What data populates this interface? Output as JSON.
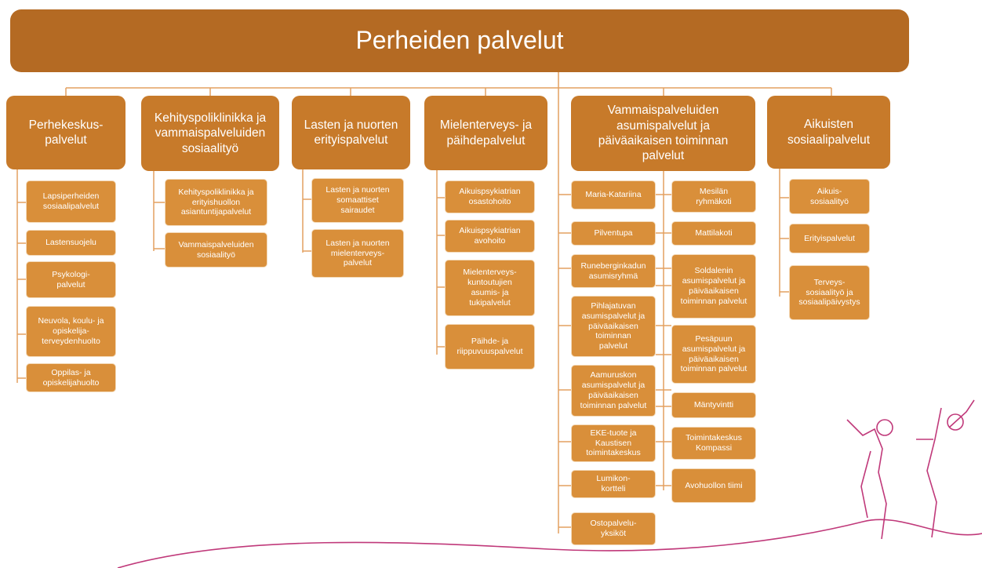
{
  "title": "Perheiden palvelut",
  "colors": {
    "title_bg": "#b46a23",
    "category_bg": "#c77a2a",
    "item_bg": "#d98f3a",
    "connector": "#e3a060",
    "decoration": "#c0397a"
  },
  "categories": [
    {
      "label": "Perhekeskus-\npalvelut",
      "items": [
        "Lapsiperheiden\nsosiaalipalvelut",
        "Lastensuojelu",
        "Psykologi-\npalvelut",
        "Neuvola, koulu- ja\nopiskelija-\nterveydenhuolto",
        "Oppilas- ja\nopiskelijahuolto"
      ]
    },
    {
      "label": "Kehityspoliklinikka ja\nvammaispalveluiden\nsosiaalityö",
      "items": [
        "Kehityspoliklinikka ja\nerityishuollon\nasiantuntijapalvelut",
        "Vammaispalveluiden\nsosiaalityö"
      ]
    },
    {
      "label": "Lasten ja nuorten\nerityispalvelut",
      "items": [
        "Lasten ja nuorten\nsomaattiset\nsairaudet",
        "Lasten ja nuorten\nmielenterveys-\npalvelut"
      ]
    },
    {
      "label": "Mielenterveys- ja\npäihdepalvelut",
      "items": [
        "Aikuispsykiatrian\nosastohoito",
        "Aikuispsykiatrian\navohoito",
        "Mielenterveys-\nkuntoutujien\nasumis- ja\ntukipalvelut",
        "Päihde- ja\nriippuvuuspalvelut"
      ]
    },
    {
      "label": "Vammaispalveluiden\nasumispalvelut ja\npäiväaikaisen toiminnan\npalvelut",
      "items_left": [
        "Maria-Katariina",
        "Pilventupa",
        "Runeberginkadun\nasumisryhmä",
        "Pihlajatuvan\nasumispalvelut ja\npäiväaikaisen\ntoiminnan\npalvelut",
        "Aamuruskon\nasumispalvelut ja\npäiväaikaisen\ntoiminnan palvelut",
        "EKE-tuote ja\nKaustisen\ntoimintakeskus",
        "Lumikon-\nkortteli",
        "Ostopalvelu-\nyksiköt"
      ],
      "items_right": [
        "Mesilän\nryhmäkoti",
        "Mattilakoti",
        "Soldalenin\nasumispalvelut ja\npäiväaikaisen\ntoiminnan palvelut",
        "Pesäpuun\nasumispalvelut ja\npäiväaikaisen\ntoiminnan palvelut",
        "Mäntyvintti",
        "Toimintakeskus\nKompassi",
        "Avohuollon tiimi"
      ]
    },
    {
      "label": "Aikuisten\nsosiaalipalvelut",
      "items": [
        "Aikuis-\nsosiaalityö",
        "Erityispalvelut",
        "Terveys-\nsosiaalityö ja\nsosiaalipäivystys"
      ]
    }
  ]
}
